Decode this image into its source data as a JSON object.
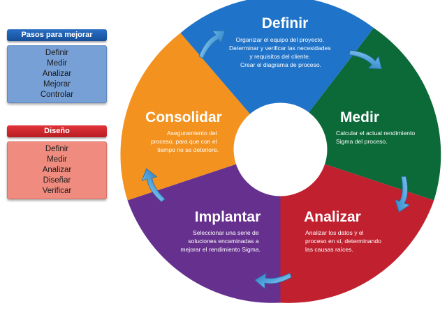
{
  "panels": {
    "mejorar": {
      "title": "Pasos para mejorar",
      "items": [
        "Definir",
        "Medir",
        "Analizar",
        "Mejorar",
        "Controlar"
      ]
    },
    "diseno": {
      "title": "Diseño",
      "items": [
        "Definir",
        "Medir",
        "Analizar",
        "Diseñar",
        "Verificar"
      ]
    }
  },
  "wheel": {
    "segments": [
      {
        "key": "definir",
        "title": "Definir",
        "lines": [
          "Organizar el equipo del proyecto.",
          "Determinar y verificar las necesidades",
          "y requisitos del cliente.",
          "Crear el diagrama de proceso."
        ],
        "color": "#1f73c9"
      },
      {
        "key": "medir",
        "title": "Medir",
        "lines": [
          "Calcular el actual rendimiento",
          "Sigma del proceso."
        ],
        "color": "#0b6a38"
      },
      {
        "key": "analizar",
        "title": "Analizar",
        "lines": [
          "Analizar los datos y el",
          "proceso en sí, determinando",
          "las causas raíces."
        ],
        "color": "#c1202f"
      },
      {
        "key": "implantar",
        "title": "Implantar",
        "lines": [
          "Seleccionar una serie de",
          "soluciones encaminadas a",
          "mejorar el rendimiento Sigma."
        ],
        "color": "#66308f"
      },
      {
        "key": "consolidar",
        "title": "Consolidar",
        "lines": [
          "Aseguramiento del",
          "proceso, para que con el",
          "tiempo no se deteriore."
        ],
        "color": "#f3921e"
      }
    ],
    "arrow_color": "#5aa9e0"
  }
}
